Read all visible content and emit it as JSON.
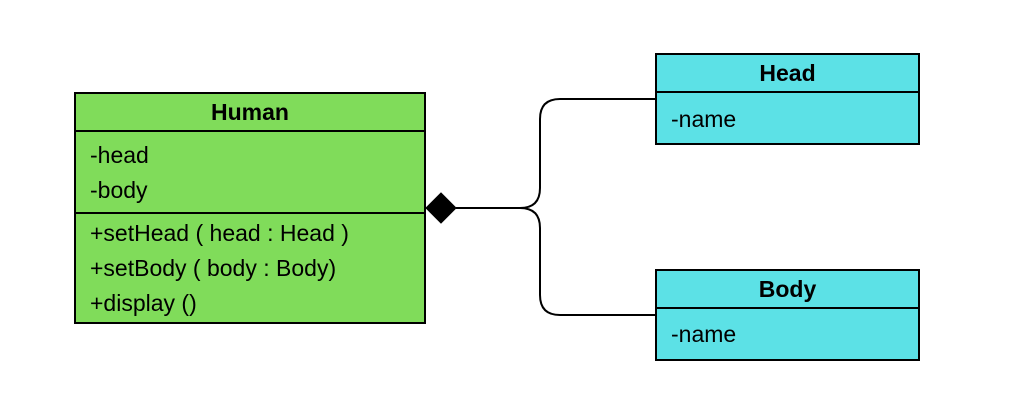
{
  "colors": {
    "human_fill": "#80dc5a",
    "part_fill": "#5ce1e6",
    "stroke": "#000000"
  },
  "classes": {
    "human": {
      "name": "Human",
      "attributes": [
        "-head",
        "-body"
      ],
      "operations": [
        "+setHead ( head : Head )",
        "+setBody ( body : Body)",
        "+display ()"
      ]
    },
    "head": {
      "name": "Head",
      "attributes": [
        "-name"
      ]
    },
    "body": {
      "name": "Body",
      "attributes": [
        "-name"
      ]
    }
  },
  "relationship": {
    "type": "composition",
    "whole": "Human",
    "parts": [
      "Head",
      "Body"
    ]
  }
}
